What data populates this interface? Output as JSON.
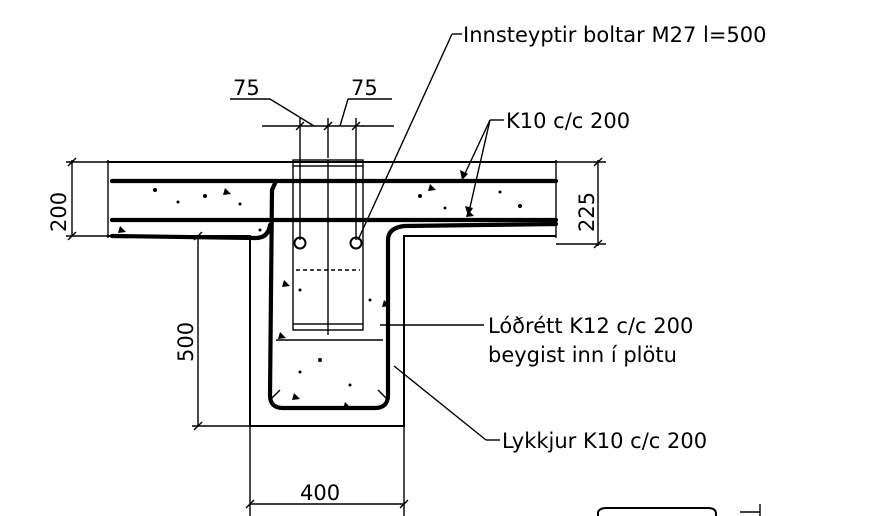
{
  "labels": {
    "bolts": "Innsteyptir boltar M27 l=500",
    "top_reinforcement": "K10 c/c 200",
    "vertical_reinforcement_line1": "Lóðrétt K12 c/c 200",
    "vertical_reinforcement_line2": "beygist inn í plötu",
    "stirrups": "Lykkjur K10 c/c 200"
  },
  "dimensions": {
    "bolt_offset_left": "75",
    "bolt_offset_right": "75",
    "slab_thickness_left": "200",
    "slab_thickness_right": "225",
    "beam_depth": "500",
    "beam_width": "400"
  }
}
